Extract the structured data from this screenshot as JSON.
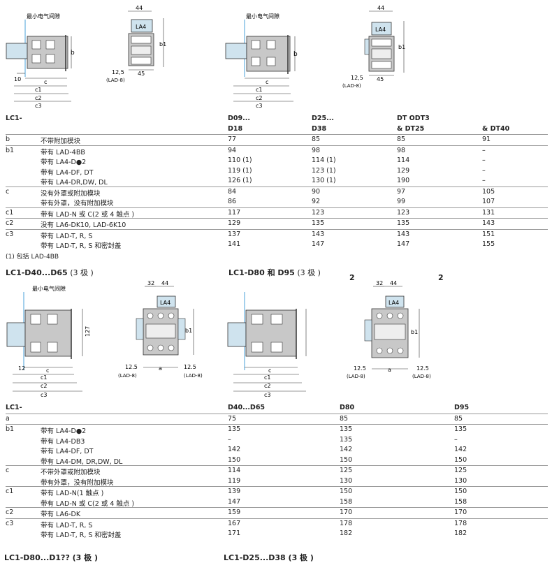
{
  "top": {
    "diagram_labels": {
      "clearance": "最小电气间隙",
      "dim_44": "44",
      "la4": "LA4",
      "b": "b",
      "b1": "b1",
      "d10": "10",
      "c": "c",
      "c1": "c1",
      "c2": "c2",
      "c3": "c3",
      "d125": "12,5",
      "lad8": "(LAD-8)",
      "d45": "45"
    },
    "table": {
      "header": [
        "LC1-",
        "",
        "D09...",
        "D25...",
        "DT  ODT3",
        ""
      ],
      "header2": [
        "",
        "",
        "D18",
        "D38",
        "& DT25",
        "& DT40"
      ],
      "rows": [
        {
          "line": true,
          "k": "b",
          "d": "不带附加模块",
          "v": [
            "77",
            "85",
            "85",
            "91"
          ]
        },
        {
          "line": true,
          "k": "b1",
          "d": "带有 LAD-4BB",
          "v": [
            "94",
            "98",
            "98",
            "–"
          ]
        },
        {
          "line": false,
          "k": "",
          "d": "带有 LA4-D●2",
          "v": [
            "110 (1)",
            "114 (1)",
            "114",
            "–"
          ]
        },
        {
          "line": false,
          "k": "",
          "d": "带有 LA4-DF, DT",
          "v": [
            "119 (1)",
            "123 (1)",
            "129",
            "–"
          ]
        },
        {
          "line": false,
          "k": "",
          "d": "带有 LA4-DR,DW, DL",
          "v": [
            "126 (1)",
            "130 (1)",
            "190",
            "–"
          ]
        },
        {
          "line": true,
          "k": "c",
          "d": "没有外罩或附加模块",
          "v": [
            "84",
            "90",
            "97",
            "105"
          ]
        },
        {
          "line": false,
          "k": "",
          "d": "带有外罩，没有附加模块",
          "v": [
            "86",
            "92",
            "99",
            "107"
          ]
        },
        {
          "line": true,
          "k": "c1",
          "d": "带有 LAD-N 或 C(2 或 4 触点 )",
          "v": [
            "117",
            "123",
            "123",
            "131"
          ]
        },
        {
          "line": true,
          "k": "c2",
          "d": "没有 LA6-DK10, LAD-6K10",
          "v": [
            "129",
            "135",
            "135",
            "143"
          ]
        },
        {
          "line": true,
          "k": "c3",
          "d": "带有 LAD-T, R, S",
          "v": [
            "137",
            "143",
            "143",
            "151"
          ]
        },
        {
          "line": false,
          "k": "",
          "d": "带有 LAD-T, R, S 和密封盖",
          "v": [
            "141",
            "147",
            "147",
            "155"
          ]
        }
      ],
      "footnote": "(1) 包括 LAD-4BB"
    }
  },
  "middle": {
    "title_left": "LC1-D40...D65",
    "title_left_sub": " (3 极 )",
    "title_right": "LC1-D80 和 D95",
    "title_right_sub": " (3 极 )",
    "mark_2a": "2",
    "mark_2b": "2",
    "diagram_labels": {
      "clearance": "最小电气间隙",
      "d127": "127",
      "d12": "12",
      "c": "c",
      "c1": "c1",
      "c2": "c2",
      "c3": "c3",
      "d32": "32",
      "d44": "44",
      "la4": "LA4",
      "b1": "b1",
      "d125": "12.5",
      "lad8": "(LAD-8)",
      "a": "a"
    },
    "table": {
      "header": [
        "LC1-",
        "",
        "D40...D65",
        "D80",
        "D95"
      ],
      "rows": [
        {
          "line": true,
          "k": "a",
          "d": "",
          "v": [
            "75",
            "85",
            "85"
          ]
        },
        {
          "line": true,
          "k": "b1",
          "d": "带有 LA4-D●2",
          "v": [
            "135",
            "135",
            "135"
          ]
        },
        {
          "line": false,
          "k": "",
          "d": "带有 LA4-DB3",
          "v": [
            "–",
            "135",
            "–"
          ]
        },
        {
          "line": false,
          "k": "",
          "d": "带有 LA4-DF, DT",
          "v": [
            "142",
            "142",
            "142"
          ]
        },
        {
          "line": false,
          "k": "",
          "d": "带有 LA4-DM, DR,DW, DL",
          "v": [
            "150",
            "150",
            "150"
          ]
        },
        {
          "line": true,
          "k": "c",
          "d": "不带外罩或附加模块",
          "v": [
            "114",
            "125",
            "125"
          ]
        },
        {
          "line": false,
          "k": "",
          "d": "带有外罩，没有附加模块",
          "v": [
            "119",
            "130",
            "130"
          ]
        },
        {
          "line": true,
          "k": "c1",
          "d": "带有 LAD-N(1 触点 )",
          "v": [
            "139",
            "150",
            "150"
          ]
        },
        {
          "line": false,
          "k": "",
          "d": "带有 LAD-N 或 C(2 或 4 触点 )",
          "v": [
            "147",
            "158",
            "158"
          ]
        },
        {
          "line": true,
          "k": "c2",
          "d": "带有 LA6-DK",
          "v": [
            "159",
            "170",
            "170"
          ]
        },
        {
          "line": true,
          "k": "c3",
          "d": "带有 LAD-T, R, S",
          "v": [
            "167",
            "178",
            "178"
          ]
        },
        {
          "line": false,
          "k": "",
          "d": "带有 LAD-T, R, S 和密封盖",
          "v": [
            "171",
            "182",
            "182"
          ]
        }
      ]
    }
  },
  "bottom": {
    "title_left": "LC1-D80...D1?? (3 极 )",
    "title_right": "LC1-D25...D38 (3 极 )"
  },
  "colors": {
    "accent_blue": "#cfe3ee",
    "diagram_grey": "#c8c8c8",
    "clearance_line": "#4aa0d8",
    "rule": "#9a9a9a"
  }
}
